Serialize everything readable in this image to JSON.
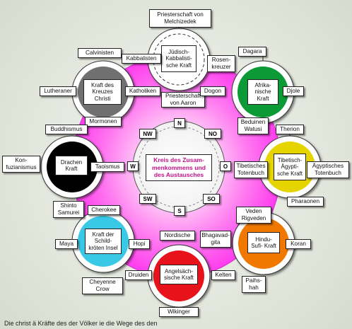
{
  "center": {
    "label": "Kreis des Zusam-\nmenkommens und\ndes Austausches"
  },
  "directions": {
    "n": "N",
    "no": "NO",
    "o": "O",
    "so": "SO",
    "s": "S",
    "sw": "SW",
    "w": "W",
    "nw": "NW"
  },
  "forces": {
    "juedisch": "Jüdisch-\nKabbalisti-\nsche Kraft",
    "afrika": "Afrika-\nnische\nKraft",
    "tibet": "Tibetisch-\nÄgypti-\nsche Kraft",
    "hindu": "Hindu-\nSufi- Kraft",
    "angel": "Angelsäch-\nsische Kraft",
    "schild": "Kraft der\nSchild-\nkröten Insel",
    "drachen": "Drachen\nKraft",
    "kreuz": "Kraft des\nKreuzes\nChristi"
  },
  "labels": {
    "melchizedek": "Priesterschaft von\nMelchizedek",
    "calvinisten": "Calvinisten",
    "kabbalisten": "Kabbalisten",
    "rosenkreuzer": "Rosen-\nkreuzer",
    "dagara": "Dagara",
    "lutheraner": "Lutheraner",
    "katholiken": "Katholiken",
    "aaron": "Priesterschaft\nvon Aaron",
    "dogon": "Dogon",
    "djole": "Djole",
    "mormonen": "Mormonen",
    "beduinen": "Beduinen\nWatusi",
    "therion": "Therion",
    "buddhismus": "Buddhismus",
    "konfuzianismus": "Kon-\nfuzianismus",
    "taoismus": "Taoismus",
    "tibet_toten": "Tibetisches\nTotenbuch",
    "aegypt_toten": "Ägyptisches\nTotenbuch",
    "shinto": "Shinto\nSamurei",
    "cherokee": "Cherokee",
    "pharaonen": "Pharaonen",
    "veden": "Veden\nRigveden",
    "maya": "Maya",
    "hopi": "Hopi",
    "nordische": "Nordische",
    "bhagavad": "Bhagavad-\ngita",
    "koran": "Koran",
    "druiden": "Druiden",
    "kelten": "Kelten",
    "cheyenne": "Cheyenne\nCrow",
    "paihs": "Paihs-\nhah",
    "wikinger": "Wikinger"
  },
  "caption": "Die christ           ä     Kräfte          des      der      Völker               ie      die      Wege           des          den",
  "colors": {
    "juedisch": "#ffffff",
    "afrika": "#0b9a36",
    "tibet": "#e6d400",
    "hindu": "#f07800",
    "angel": "#e8121a",
    "schild": "#39c9e6",
    "drachen": "#000000",
    "kreuz": "#707070",
    "ring": "#ff33ee"
  }
}
